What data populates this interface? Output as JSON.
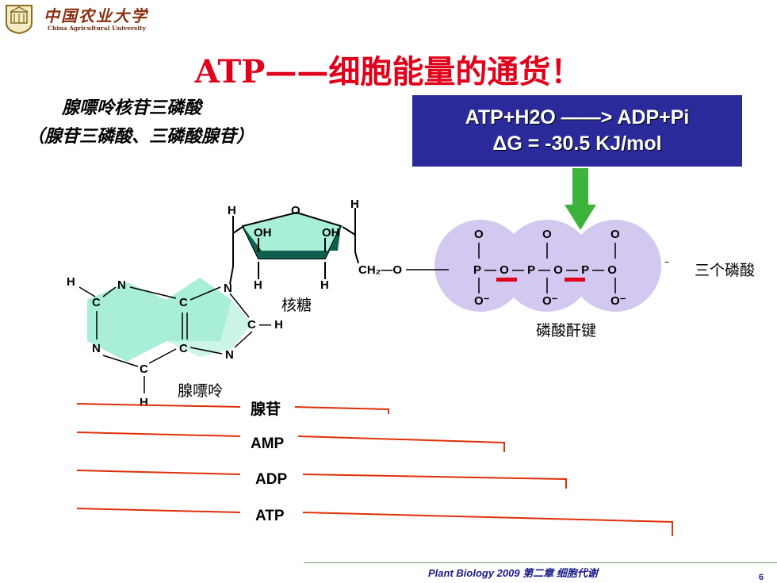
{
  "header": {
    "university_cn": "中国农业大学",
    "university_en": "China Agricultural University"
  },
  "title": "ATP——细胞能量的通货！",
  "subtitle_line1": "腺嘌呤核苷三磷酸",
  "subtitle_line2": "（腺苷三磷酸、三磷酸腺苷）",
  "equation": {
    "line1": "ATP+H2O ——> ADP+Pi",
    "line2": "ΔG = -30.5 KJ/mol",
    "bg_color": "#2a2a9a"
  },
  "labels": {
    "ribose": "核糖",
    "adenine": "腺嘌呤",
    "anhydride_bond": "磷酸酐键",
    "three_phosphates": "三个磷酸"
  },
  "brackets": {
    "adenosine": "腺苷",
    "amp": "AMP",
    "adp": "ADP",
    "atp": "ATP"
  },
  "colors": {
    "title": "#e0001b",
    "phosphate_bg": "#d2c8f0",
    "ring_fill": "#a8eed8",
    "arrow": "#3cb43c",
    "bracket_line": "#e0300a"
  },
  "footer": {
    "text": "Plant Biology 2009 第二章 细胞代谢",
    "page_number": "6"
  }
}
